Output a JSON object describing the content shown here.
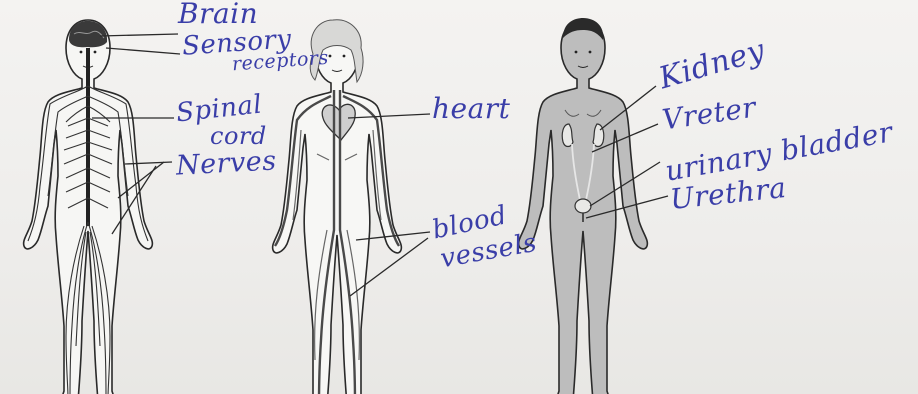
{
  "figures": {
    "nervous": {
      "labels": {
        "brain": "Brain",
        "sensory_receptors_line1": "Sensory",
        "sensory_receptors_line2": "receptors",
        "spinal_cord_line1": "Spinal",
        "spinal_cord_line2": "cord",
        "nerves": "Nerves"
      }
    },
    "circulatory": {
      "labels": {
        "heart": "heart",
        "blood_vessels_line1": "blood",
        "blood_vessels_line2": "vessels"
      }
    },
    "urinary": {
      "labels": {
        "kidney": "Kidney",
        "ureter": "Vreter",
        "urinary_bladder": "urinary bladder",
        "urethra": "Urethra"
      }
    }
  },
  "colors": {
    "ink": "#3a3ea8",
    "outline": "#2a2a2a",
    "body_fill_urinary": "#bdbdbd",
    "vessel": "#4a4a4a"
  }
}
